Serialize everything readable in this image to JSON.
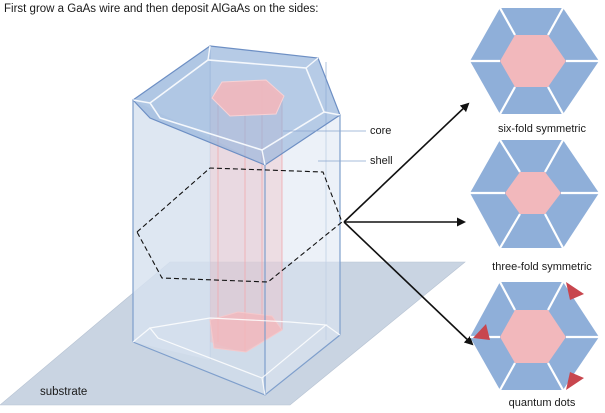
{
  "title": "First grow a GaAs wire and then deposit AlGaAs on the sides:",
  "labels": {
    "core": "core",
    "shell": "shell",
    "substrate": "substrate"
  },
  "cross_sections": [
    {
      "name": "six-fold",
      "caption": "six-fold symmetric"
    },
    {
      "name": "three-fold",
      "caption": "three-fold symmetric"
    },
    {
      "name": "quantum-dots",
      "caption": "quantum dots"
    }
  ],
  "colors": {
    "shell": "#8fafd9",
    "shell_edge": "#6d8fc4",
    "core": "#f2b8bc",
    "dot": "#c8464e",
    "substrate": "#c9d4e2",
    "facet_line": "#ffffff",
    "arrow": "#111111"
  }
}
